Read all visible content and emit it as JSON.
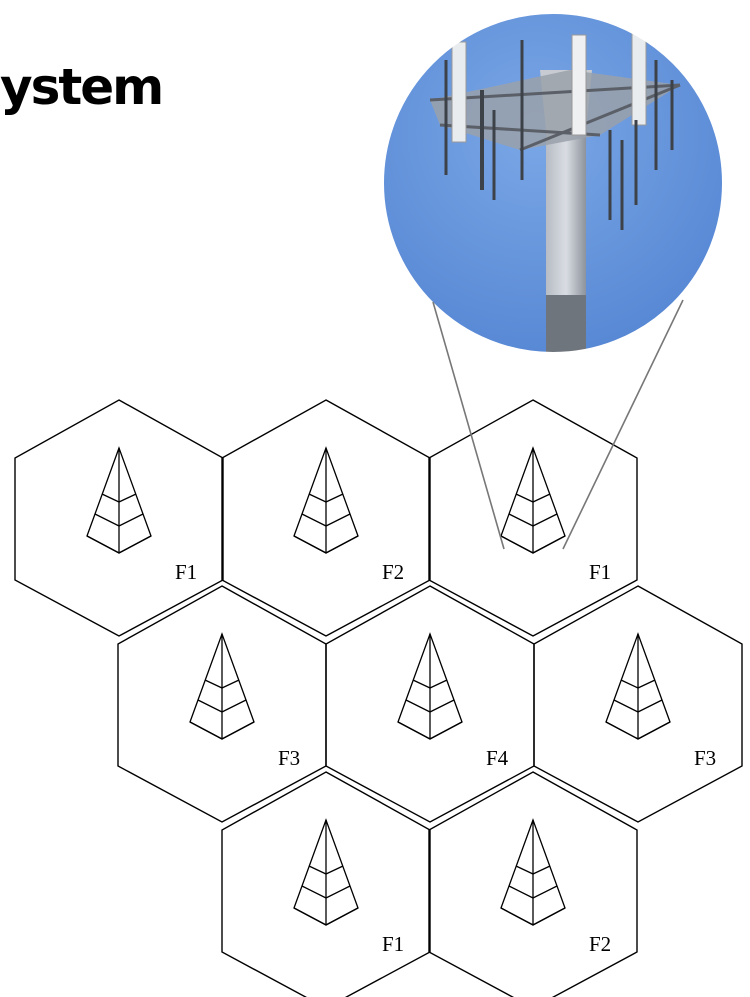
{
  "title": "ystem",
  "cells": [
    {
      "label": "F1"
    },
    {
      "label": "F2"
    },
    {
      "label": "F1"
    },
    {
      "label": "F3"
    },
    {
      "label": "F4"
    },
    {
      "label": "F3"
    },
    {
      "label": "F1"
    },
    {
      "label": "F2"
    }
  ],
  "photo": {
    "sky_color": "#5e8fd8",
    "tower_color": "#8b9099"
  },
  "colors": {
    "hex_stroke": "#000000",
    "callout_line": "#777777"
  }
}
